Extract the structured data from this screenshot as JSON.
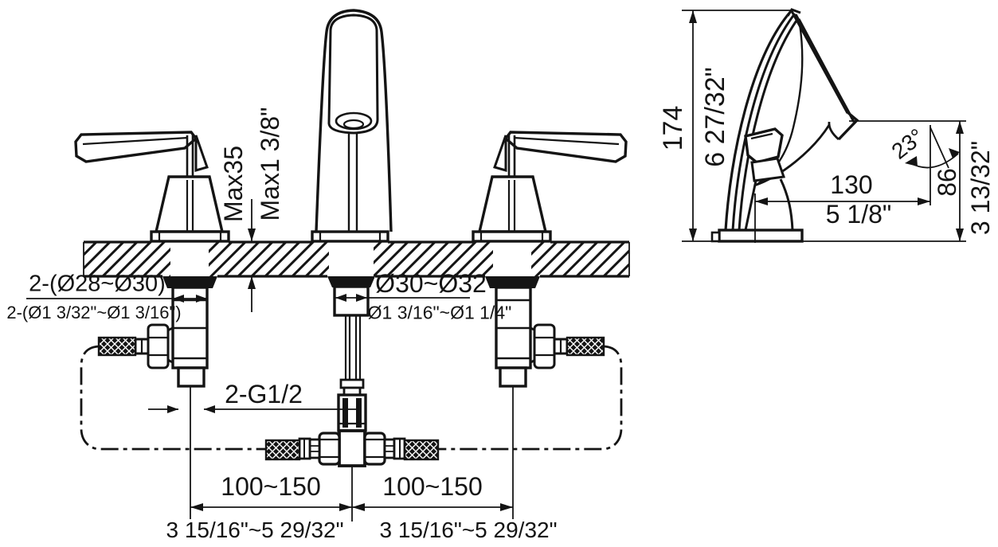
{
  "front_view": {
    "deck_max_mm": "Max35",
    "deck_max_in": "Max1 3/8\"",
    "handle_holes_mm": "2-(Ø28~Ø30)",
    "handle_holes_in": "2-(Ø1 3/32\"~Ø1 3/16\")",
    "spout_hole_mm": "Ø30~Ø32",
    "spout_hole_in": "Ø1 3/16\"~Ø1 1/4\"",
    "inlet_thread": "2-G1/2",
    "spacing_left_mm": "100~150",
    "spacing_right_mm": "100~150",
    "spacing_left_in": "3 15/16\"~5 29/32\"",
    "spacing_right_in": "3 15/16\"~5 29/32\""
  },
  "side_view": {
    "overall_height_mm": "174",
    "overall_height_in": "6 27/32\"",
    "spout_reach_mm": "130",
    "spout_reach_in": "5 1/8\"",
    "spout_angle_deg": "23°",
    "outlet_height_mm": "86",
    "outlet_height_in": "3 13/32\""
  },
  "colors": {
    "line": "#141414",
    "background": "#ffffff"
  }
}
